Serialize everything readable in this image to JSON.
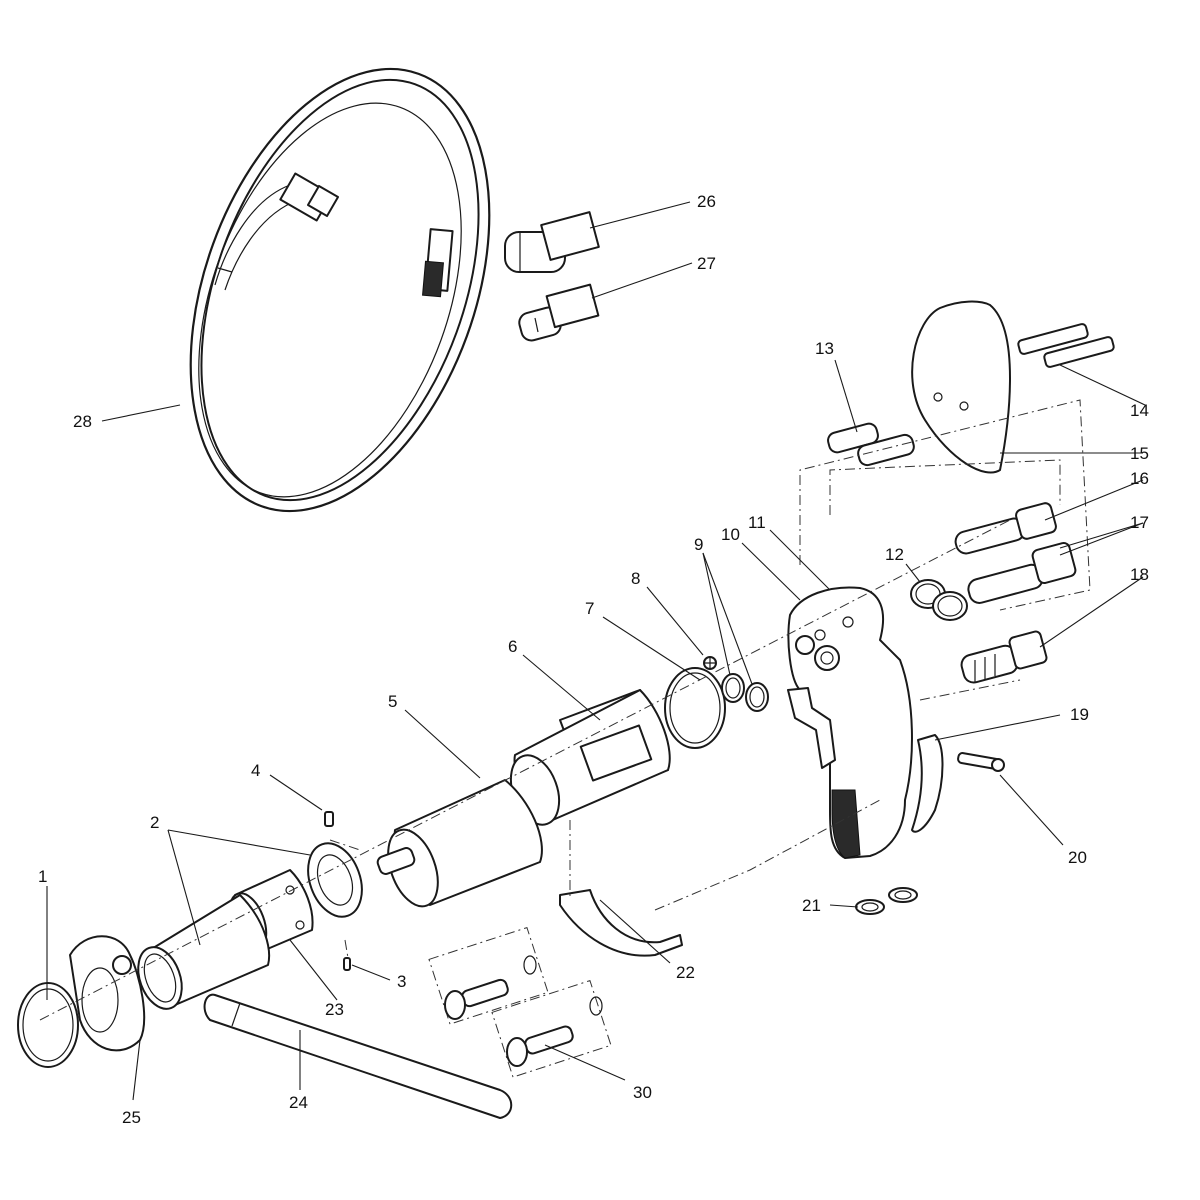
{
  "callouts": [
    {
      "id": "c1",
      "text": "1"
    },
    {
      "id": "c2",
      "text": "2"
    },
    {
      "id": "c3",
      "text": "3"
    },
    {
      "id": "c4",
      "text": "4"
    },
    {
      "id": "c5",
      "text": "5"
    },
    {
      "id": "c6",
      "text": "6"
    },
    {
      "id": "c7",
      "text": "7"
    },
    {
      "id": "c8",
      "text": "8"
    },
    {
      "id": "c9",
      "text": "9"
    },
    {
      "id": "c10",
      "text": "10"
    },
    {
      "id": "c11",
      "text": "11"
    },
    {
      "id": "c12",
      "text": "12"
    },
    {
      "id": "c13",
      "text": "13"
    },
    {
      "id": "c14",
      "text": "14"
    },
    {
      "id": "c15",
      "text": "15"
    },
    {
      "id": "c16",
      "text": "16"
    },
    {
      "id": "c17",
      "text": "17"
    },
    {
      "id": "c18",
      "text": "18"
    },
    {
      "id": "c19",
      "text": "19"
    },
    {
      "id": "c20",
      "text": "20"
    },
    {
      "id": "c21",
      "text": "21"
    },
    {
      "id": "c22",
      "text": "22"
    },
    {
      "id": "c23",
      "text": "23"
    },
    {
      "id": "c24",
      "text": "24"
    },
    {
      "id": "c25",
      "text": "25"
    },
    {
      "id": "c26",
      "text": "26"
    },
    {
      "id": "c27",
      "text": "27"
    },
    {
      "id": "c28",
      "text": "28"
    },
    {
      "id": "c30",
      "text": "30"
    }
  ]
}
